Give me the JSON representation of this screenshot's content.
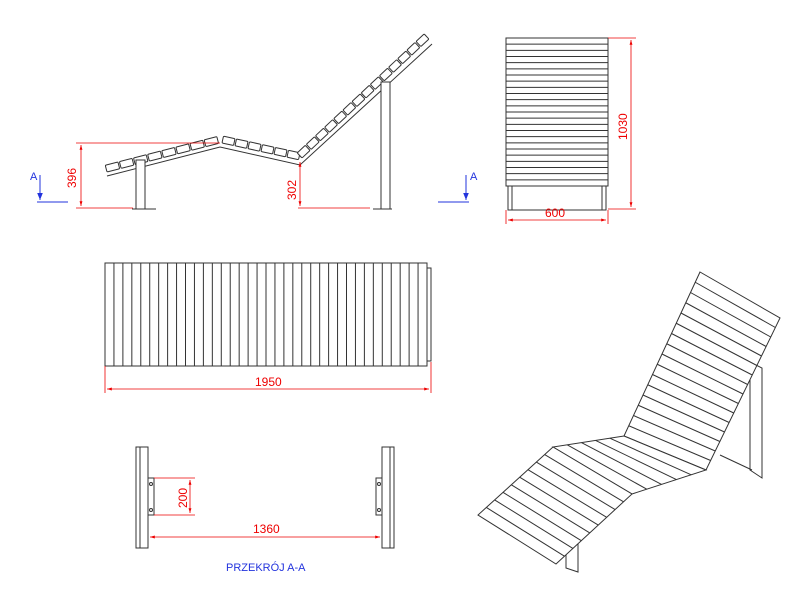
{
  "side_view": {
    "section_mark_left": "A",
    "section_mark_right": "A",
    "dim_height_total": "396",
    "dim_height_seat": "302"
  },
  "front_view": {
    "dim_height": "1030",
    "dim_width": "600"
  },
  "top_view": {
    "dim_length": "1950"
  },
  "section_view": {
    "dim_bracket": "200",
    "dim_leg_spacing": "1360",
    "title": "PRZEKRÓJ A-A"
  },
  "colors": {
    "dimension": "#e00000",
    "section": "#2233dd",
    "outline": "#333333"
  }
}
